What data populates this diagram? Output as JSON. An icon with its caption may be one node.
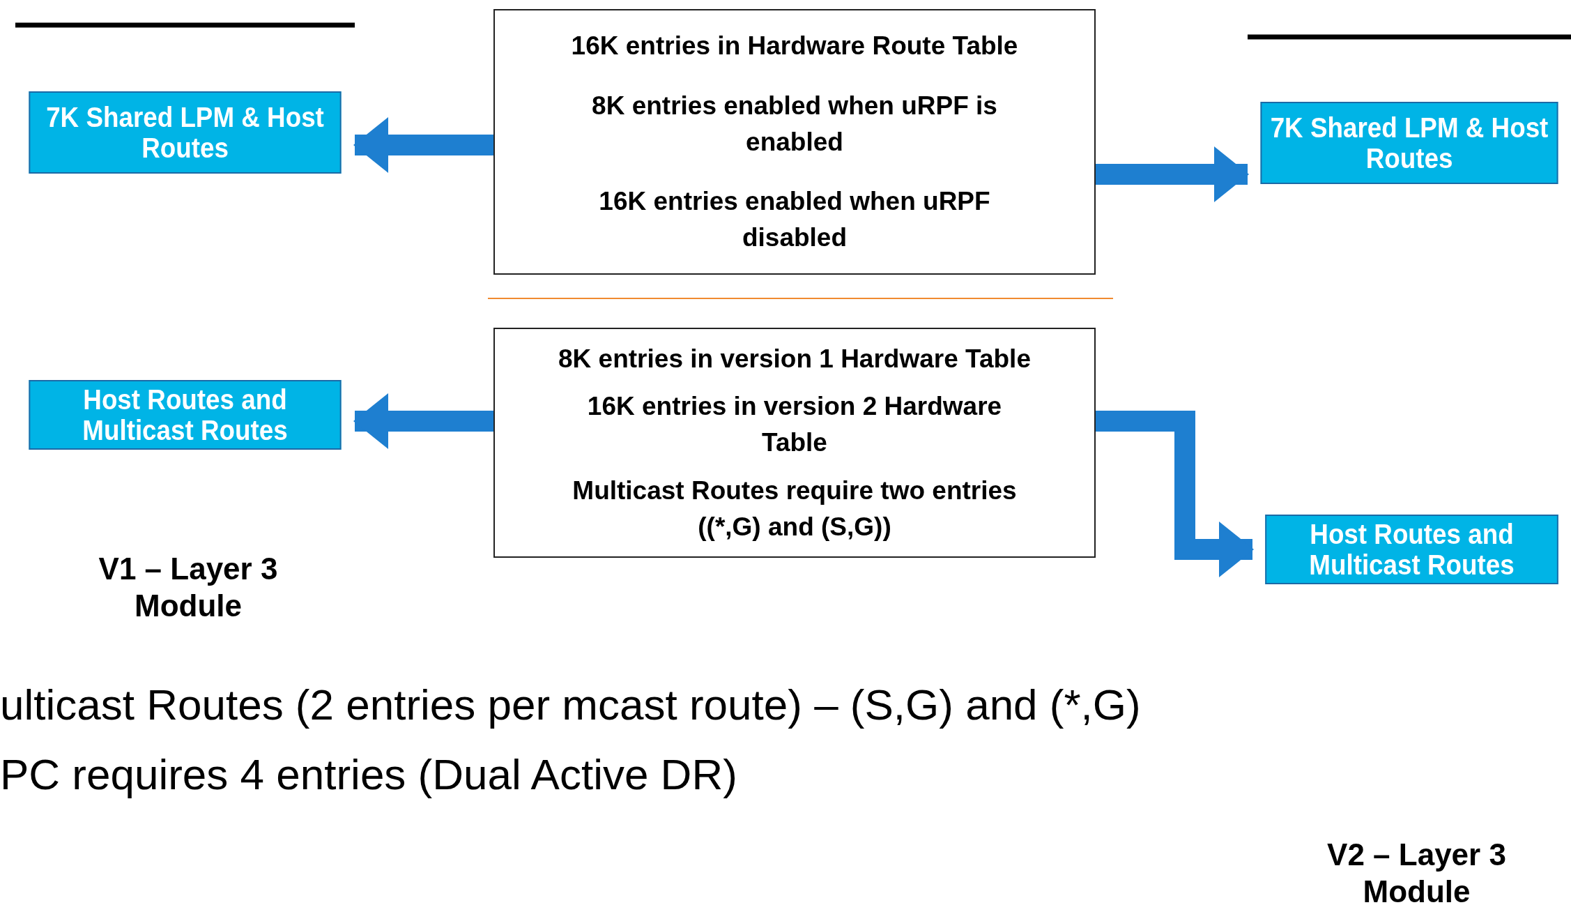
{
  "diagram": {
    "nodes": [
      {
        "text": [
          "7K Shared LPM & Host Routes"
        ]
      },
      {
        "text": [
          "16K entries in Hardware Route Table",
          "8K entries enabled when uRPF is enabled",
          "16K entries enabled when uRPF disabled"
        ]
      },
      {
        "text": [
          "7K Shared LPM & Host Routes"
        ]
      },
      {
        "text": [
          "Host Routes and Multicast Routes"
        ]
      },
      {
        "text": [
          "8K entries in version 1 Hardware Table",
          "16K entries in version 2 Hardware Table",
          "Multicast Routes require two entries ((*,G) and (S,G))"
        ]
      },
      {
        "text": [
          "Host Routes and Multicast Routes"
        ]
      }
    ],
    "edges": [
      {
        "from": 1,
        "to": 0,
        "arrow": "to"
      },
      {
        "from": 1,
        "to": 2,
        "arrow": "to"
      },
      {
        "from": 4,
        "to": 3,
        "arrow": "to"
      },
      {
        "from": 4,
        "to": 5,
        "arrow": "to"
      }
    ],
    "labels": [
      "V1 – Layer 3 Module",
      "ulticast Routes (2 entries per mcast route) – (S,G) and (*,G)",
      "PC requires 4 entries (Dual Active DR)",
      "V2 – Layer 3 Module"
    ]
  }
}
